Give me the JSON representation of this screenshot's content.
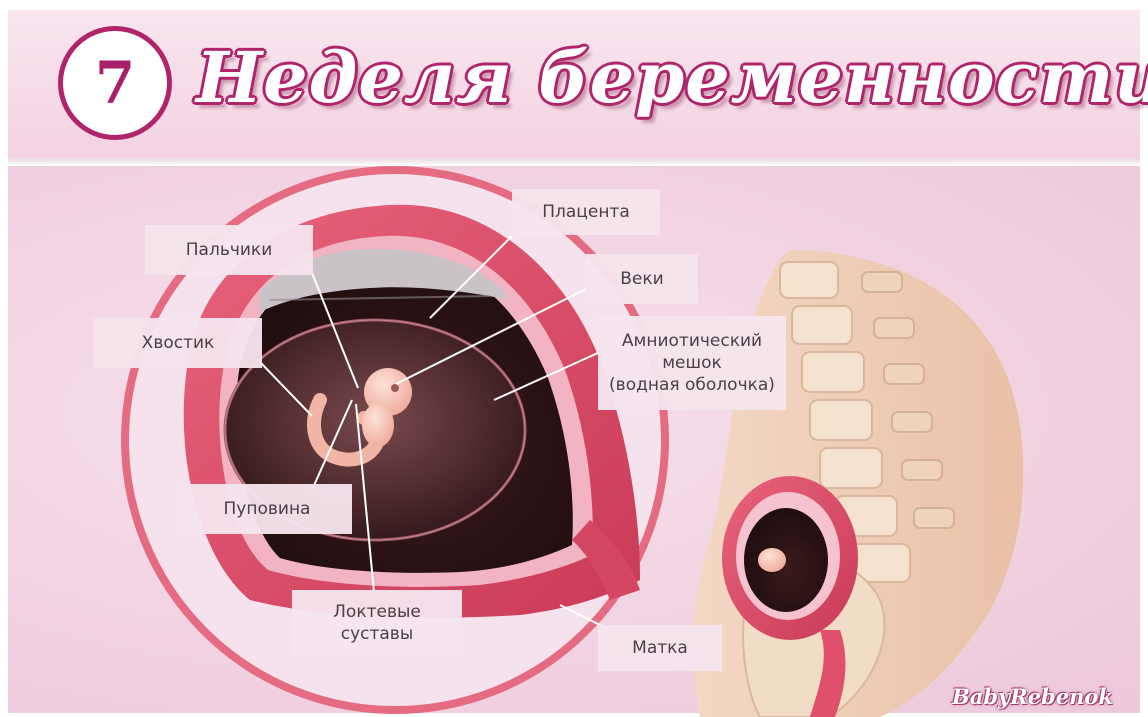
{
  "header": {
    "week_number": "7",
    "title": "Неделя беременности"
  },
  "labels": {
    "placenta": "Плацента",
    "fingers": "Пальчики",
    "eyelids": "Веки",
    "tail": "Хвостик",
    "amniotic_sac_line1": "Амниотический",
    "amniotic_sac_line2": "мешок",
    "amniotic_sac_line3": "(водная оболочка)",
    "umbilical_cord": "Пуповина",
    "elbow_joints_line1": "Локтевые",
    "elbow_joints_line2": "суставы",
    "uterus": "Матка"
  },
  "watermark": "BabyRebenok",
  "colors": {
    "accent": "#b0256a",
    "uterus_wall": "#e0506a",
    "cavity": "#3a1a1c",
    "embryo": "#f6c3b5",
    "skin": "#f2d2bd"
  }
}
